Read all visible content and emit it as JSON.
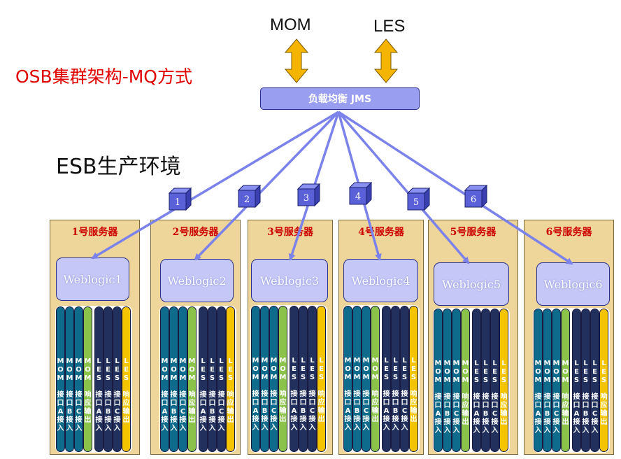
{
  "header": {
    "title": "OSB集群架构-MQ方式",
    "env_label": "ESB生产环境",
    "mom_label": "MOM",
    "les_label": "LES",
    "load_balancer": "负载均衡  JMS"
  },
  "channels": [
    "1",
    "2",
    "3",
    "4",
    "5",
    "6"
  ],
  "servers": [
    {
      "title": "1号服务器",
      "weblogic": "Weblogic1"
    },
    {
      "title": "2号服务器",
      "weblogic": "Weblogic2"
    },
    {
      "title": "3号服务器",
      "weblogic": "Weblogic3"
    },
    {
      "title": "4号服务器",
      "weblogic": "Weblogic4"
    },
    {
      "title": "5号服务器",
      "weblogic": "Weblogic5"
    },
    {
      "title": "6号服务器",
      "weblogic": "Weblogic6"
    }
  ],
  "interfaces": [
    {
      "top": "M\nO\nM",
      "bottom": "接\n口\nA\n接\n入",
      "color": "teal"
    },
    {
      "top": "M\nO\nM",
      "bottom": "接\n口\nB\n接\n入",
      "color": "teal"
    },
    {
      "top": "M\nO\nM",
      "bottom": "接\n口\nC\n接\n入",
      "color": "teal"
    },
    {
      "top": "M\nO\nM",
      "bottom": "响\n应\n输\n出",
      "color": "green"
    },
    {
      "top": "L\nE\nS",
      "bottom": "接\n口\nA\n接\n入",
      "color": "navy"
    },
    {
      "top": "L\nE\nS",
      "bottom": "接\n口\nB\n接\n入",
      "color": "navy"
    },
    {
      "top": "L\nE\nS",
      "bottom": "接\n口\nC\n接\n入",
      "color": "navy"
    },
    {
      "top": "L\nE\nS",
      "bottom": "响\n应\n输\n出",
      "color": "yellow"
    }
  ],
  "colors": {
    "arrow": "#7b82ea",
    "double_arrow": "#f5b400",
    "server_bg": "#eed59a",
    "title_red": "#e00000"
  }
}
